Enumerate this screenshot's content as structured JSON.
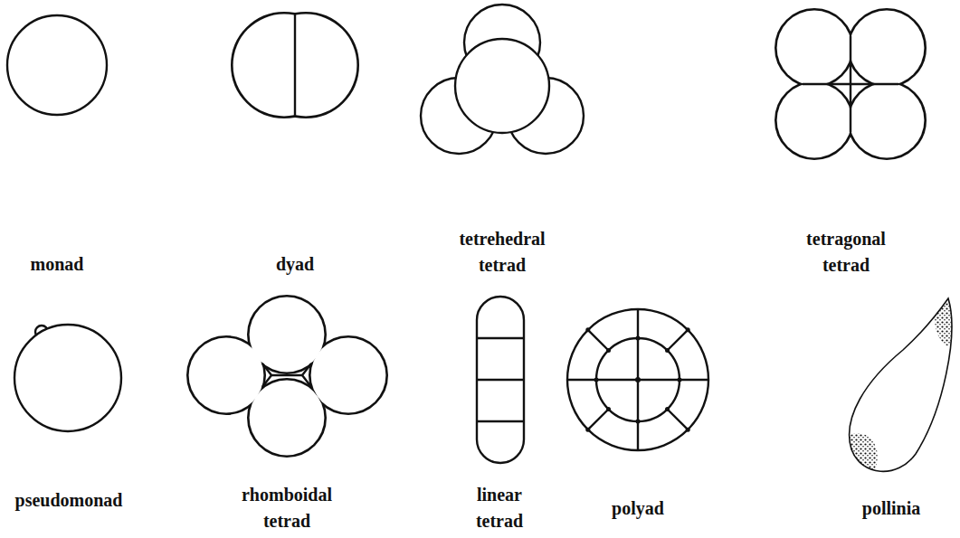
{
  "diagram": {
    "labels": [
      "monad",
      "dyad",
      "tetrehedral tetrad",
      "tetragonal tetrad",
      "pseudomonad",
      "rhomboidal tetrad",
      "linear tetrad",
      "polyad",
      "pollinia"
    ]
  }
}
